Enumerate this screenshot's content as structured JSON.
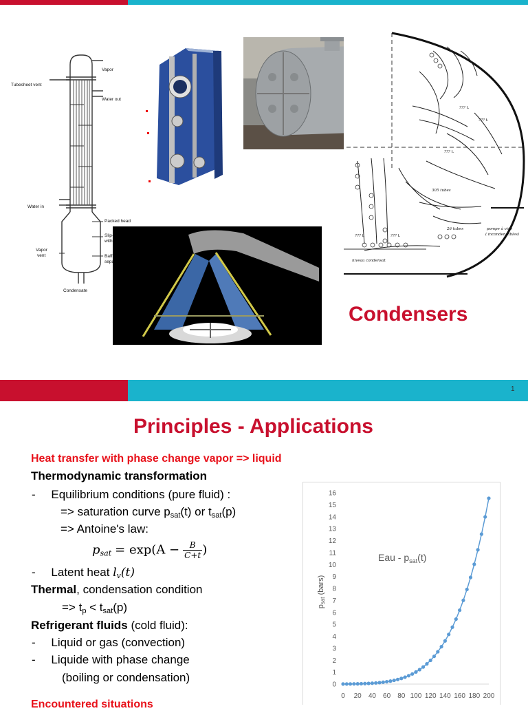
{
  "slide1": {
    "title": "Condensers",
    "page_number": "1",
    "diagram1": {
      "labels": [
        "Vapor",
        "Tubesheet vent",
        "Water out",
        "Water in",
        "Packed head",
        "Slip-on flange",
        "with split ring",
        "Vapor",
        "vent",
        "Baffle plate",
        "separator",
        "Condensate"
      ]
    },
    "diagram2": {
      "labels": [
        "??? t.",
        "??? t.",
        "??? t.",
        "305 tubes",
        "26 tubes",
        "??? t.",
        "??? t.",
        "pompe à vide",
        "( incondensables)",
        "niveau condensat"
      ]
    }
  },
  "slide2": {
    "title": "Principles - Applications",
    "subtitle": "Heat transfer with phase change vapor => liquid",
    "thermo_heading": "Thermodynamic transformation",
    "dash": "-",
    "eq_cond": "Equilibrium conditions (pure fluid) :",
    "sat_prefix": "=> saturation curve p",
    "sat_sub1": "sat",
    "sat_mid": "(t) or t",
    "sat_sub2": "sat",
    "sat_end": "(p)",
    "antoine": "=> Antoine's law:",
    "formula_lhs": "p",
    "formula_lhs_sub": "sat",
    "formula_eq": "= exp(A −",
    "formula_num": "B",
    "formula_den": "C+t",
    "formula_close": ")",
    "latent_prefix": "Latent heat",
    "latent_math": "l",
    "latent_sub": "v",
    "latent_arg": "(t)",
    "thermal_bold": "Thermal",
    "thermal_rest": ", condensation condition",
    "cond_prefix": "=>  t",
    "cond_sub1": "p",
    "cond_mid": " < t",
    "cond_sub2": "sat",
    "cond_end": "(p)",
    "refrig_bold": "Refrigerant fluids",
    "refrig_rest": " (cold fluid):",
    "bullet1": "Liquid or gas  (convection)",
    "bullet2": "Liquide with phase change",
    "bullet2b": "(boiling or condensation)",
    "encountered": "Encountered situations"
  },
  "chart_data": {
    "type": "scatter",
    "title": "Eau - p",
    "title_sub": "sat",
    "title_end": "(t)",
    "ylabel": "p",
    "ylabel_sub": "sat",
    "ylabel_end": " (bars)",
    "xlim": [
      0,
      200
    ],
    "ylim": [
      0,
      16
    ],
    "xticks": [
      0,
      20,
      40,
      60,
      80,
      100,
      120,
      140,
      160,
      180,
      200
    ],
    "yticks": [
      0,
      1,
      2,
      3,
      4,
      5,
      6,
      7,
      8,
      9,
      10,
      11,
      12,
      13,
      14,
      15,
      16
    ],
    "color": "#5b9bd5",
    "x": [
      0,
      5,
      10,
      15,
      20,
      25,
      30,
      35,
      40,
      45,
      50,
      55,
      60,
      65,
      70,
      75,
      80,
      85,
      90,
      95,
      100,
      105,
      110,
      115,
      120,
      125,
      130,
      135,
      140,
      145,
      150,
      155,
      160,
      165,
      170,
      175,
      180,
      185,
      190,
      195,
      200
    ],
    "y": [
      0.006,
      0.009,
      0.012,
      0.017,
      0.023,
      0.032,
      0.042,
      0.056,
      0.074,
      0.096,
      0.123,
      0.157,
      0.199,
      0.25,
      0.312,
      0.386,
      0.474,
      0.578,
      0.701,
      0.845,
      1.013,
      1.208,
      1.433,
      1.691,
      1.985,
      2.321,
      2.701,
      3.13,
      3.613,
      4.154,
      4.758,
      5.431,
      6.178,
      7.005,
      7.917,
      8.92,
      10.02,
      11.23,
      12.54,
      13.98,
      15.54
    ]
  }
}
